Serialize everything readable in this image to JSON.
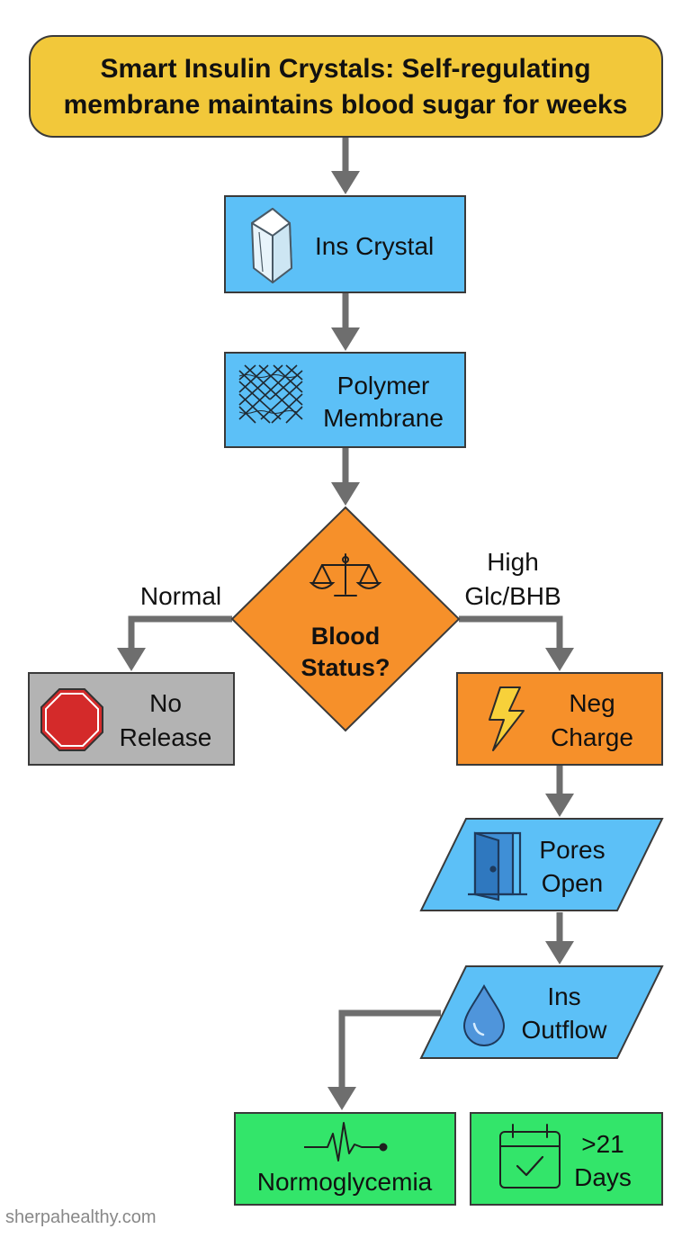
{
  "title": {
    "line1": "Smart Insulin Crystals: Self-regulating",
    "line2": "membrane maintains blood sugar for weeks"
  },
  "nodes": {
    "crystal": {
      "line1": "Ins Crystal",
      "icon": "crystal-icon"
    },
    "membrane": {
      "line1": "Polymer",
      "line2": "Membrane",
      "icon": "mesh-icon"
    },
    "decision": {
      "line1": "Blood",
      "line2": "Status?",
      "icon": "scale-icon"
    },
    "no_release": {
      "line1": "No",
      "line2": "Release",
      "icon": "stop-sign-icon"
    },
    "neg_charge": {
      "line1": "Neg",
      "line2": "Charge",
      "icon": "lightning-icon"
    },
    "pores_open": {
      "line1": "Pores",
      "line2": "Open",
      "icon": "door-icon"
    },
    "ins_outflow": {
      "line1": "Ins",
      "line2": "Outflow",
      "icon": "droplet-icon"
    },
    "normoglycemia": {
      "line1": "Normoglycemia",
      "icon": "heartbeat-icon"
    },
    "days": {
      "line1": ">21",
      "line2": "Days",
      "icon": "calendar-check-icon"
    }
  },
  "edge_labels": {
    "normal": "Normal",
    "high_line1": "High",
    "high_line2": "Glc/BHB"
  },
  "colors": {
    "title_fill": "#F2C83A",
    "blue_fill": "#5CC0F7",
    "orange_fill": "#F6902A",
    "gray_fill": "#B3B3B3",
    "green_fill": "#33E56A",
    "arrow": "#6E6E6E",
    "stop_red": "#D42A2A"
  },
  "watermark": "sherpahealthy.com"
}
